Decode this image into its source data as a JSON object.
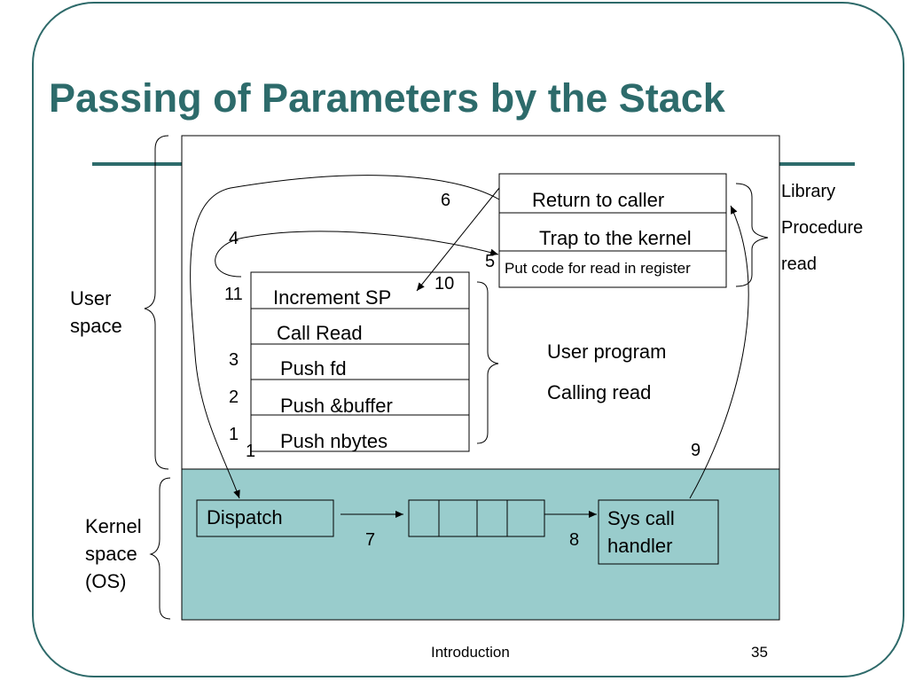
{
  "title": "Passing of Parameters by the Stack",
  "regions": {
    "user_space": [
      "User",
      "space"
    ],
    "kernel_space": [
      "Kernel",
      "space",
      "(OS)"
    ]
  },
  "library_box": {
    "rows": [
      "Return to caller",
      "Trap to the kernel",
      "Put code for read in register"
    ],
    "label": [
      "Library",
      "Procedure",
      "read"
    ]
  },
  "user_program_box": {
    "rows": [
      "Increment SP",
      "Call Read",
      "Push fd",
      "Push &buffer",
      "Push nbytes"
    ],
    "label": [
      "User program",
      "Calling read"
    ]
  },
  "kernel": {
    "dispatch": "Dispatch",
    "handler": [
      "Sys call",
      "handler"
    ]
  },
  "step_numbers": {
    "s1": "1",
    "s1b": "1",
    "s2": "2",
    "s3": "3",
    "s4": "4",
    "s5": "5",
    "s6": "6",
    "s7": "7",
    "s8": "8",
    "s9": "9",
    "s10": "10",
    "s11": "11"
  },
  "footer": {
    "center": "Introduction",
    "page": "35"
  },
  "colors": {
    "accent": "#2d6b6b",
    "kernel_fill": "#99cccc"
  }
}
